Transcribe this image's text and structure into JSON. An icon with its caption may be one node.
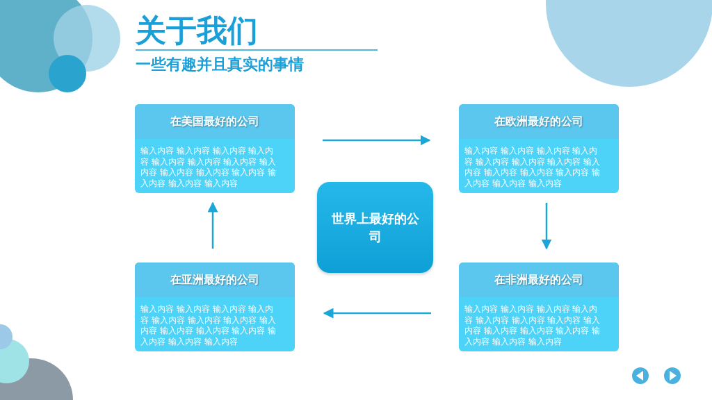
{
  "diagram": {
    "title": "关于我们",
    "nodes": [
      {
        "text": [
          "在美国最好的公司",
          "输入内容 输入内容 输入内容 输入内容 输入内容 输入内容 输入内容 输入内容 输入内容 输入内容 输入内容 输入内容 输入内容 输入内容"
        ]
      },
      {
        "text": [
          "在欧洲最好的公司",
          "输入内容 输入内容 输入内容 输入内容 输入内容 输入内容 输入内容 输入内容 输入内容 输入内容 输入内容 输入内容 输入内容 输入内容"
        ]
      },
      {
        "text": [
          "世界上最好的公司"
        ]
      },
      {
        "text": [
          "在亚洲最好的公司",
          "输入内容 输入内容 输入内容 输入内容 输入内容 输入内容 输入内容 输入内容 输入内容 输入内容 输入内容 输入内容 输入内容 输入内容"
        ]
      },
      {
        "text": [
          "在非洲最好的公司",
          "输入内容 输入内容 输入内容 输入内容 输入内容 输入内容 输入内容 输入内容 输入内容 输入内容 输入内容 输入内容 输入内容 输入内容"
        ]
      }
    ],
    "edges": [
      {
        "from": 0,
        "to": 1,
        "arrow": "to"
      },
      {
        "from": 1,
        "to": 4,
        "arrow": "to"
      },
      {
        "from": 4,
        "to": 3,
        "arrow": "to"
      },
      {
        "from": 3,
        "to": 0,
        "arrow": "to"
      }
    ],
    "labels": [
      "一些有趣并且真实的事情"
    ]
  }
}
